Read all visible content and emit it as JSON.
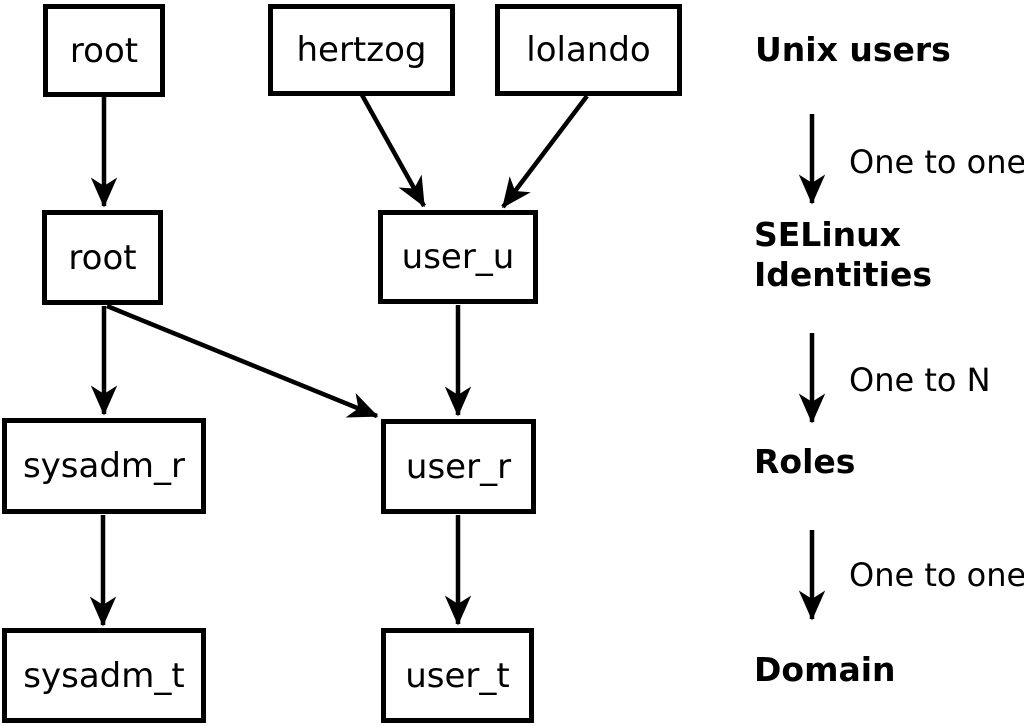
{
  "nodes": {
    "root_unix": "root",
    "hertzog": "hertzog",
    "lolando": "lolando",
    "root_selinux": "root",
    "user_u": "user_u",
    "sysadm_r": "sysadm_r",
    "user_r": "user_r",
    "sysadm_t": "sysadm_t",
    "user_t": "user_t"
  },
  "legend": {
    "unix_users": "Unix users",
    "one_to_one_1": "One to one",
    "selinux_identities": "SELinux\nIdentities",
    "one_to_n": "One to N",
    "roles": "Roles",
    "one_to_one_2": "One to one",
    "domain": "Domain"
  },
  "colors": {
    "line": "#000000",
    "background": "#ffffff"
  }
}
